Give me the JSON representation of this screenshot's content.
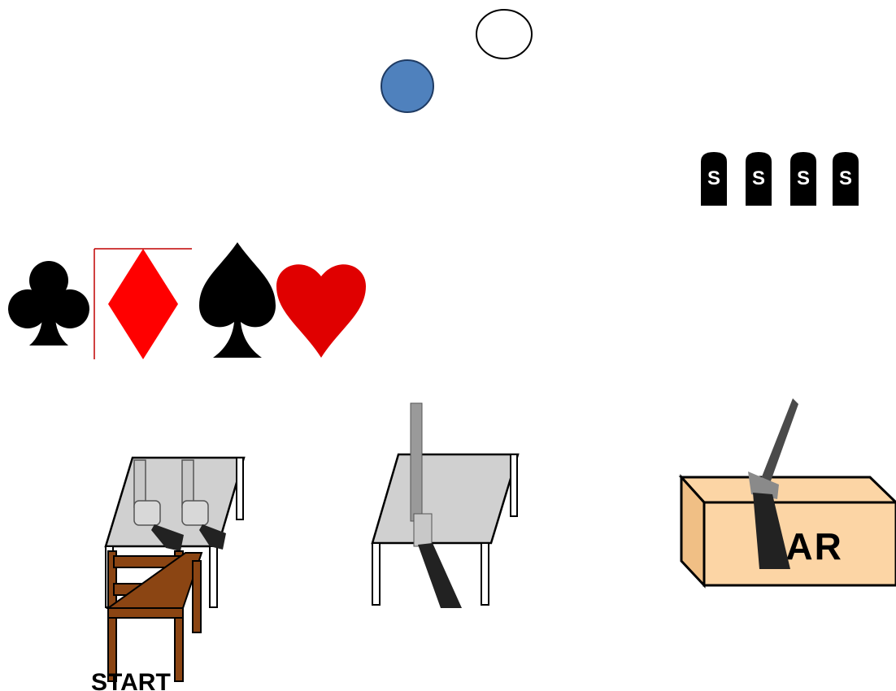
{
  "labels": {
    "start": "START",
    "bar": "BAR"
  },
  "tombstones": [
    "S",
    "S",
    "S",
    "S"
  ],
  "card_suits": [
    "club",
    "diamond",
    "spade",
    "heart"
  ],
  "colors": {
    "blue_token": "#4f81bd",
    "white_token": "#ffffff",
    "table_top": "#d0d0d0",
    "chair_wood": "#8b4513",
    "crate": "#fcd5a5",
    "diamond": "#ff0000",
    "heart": "#e00000",
    "black_suit": "#000000"
  }
}
